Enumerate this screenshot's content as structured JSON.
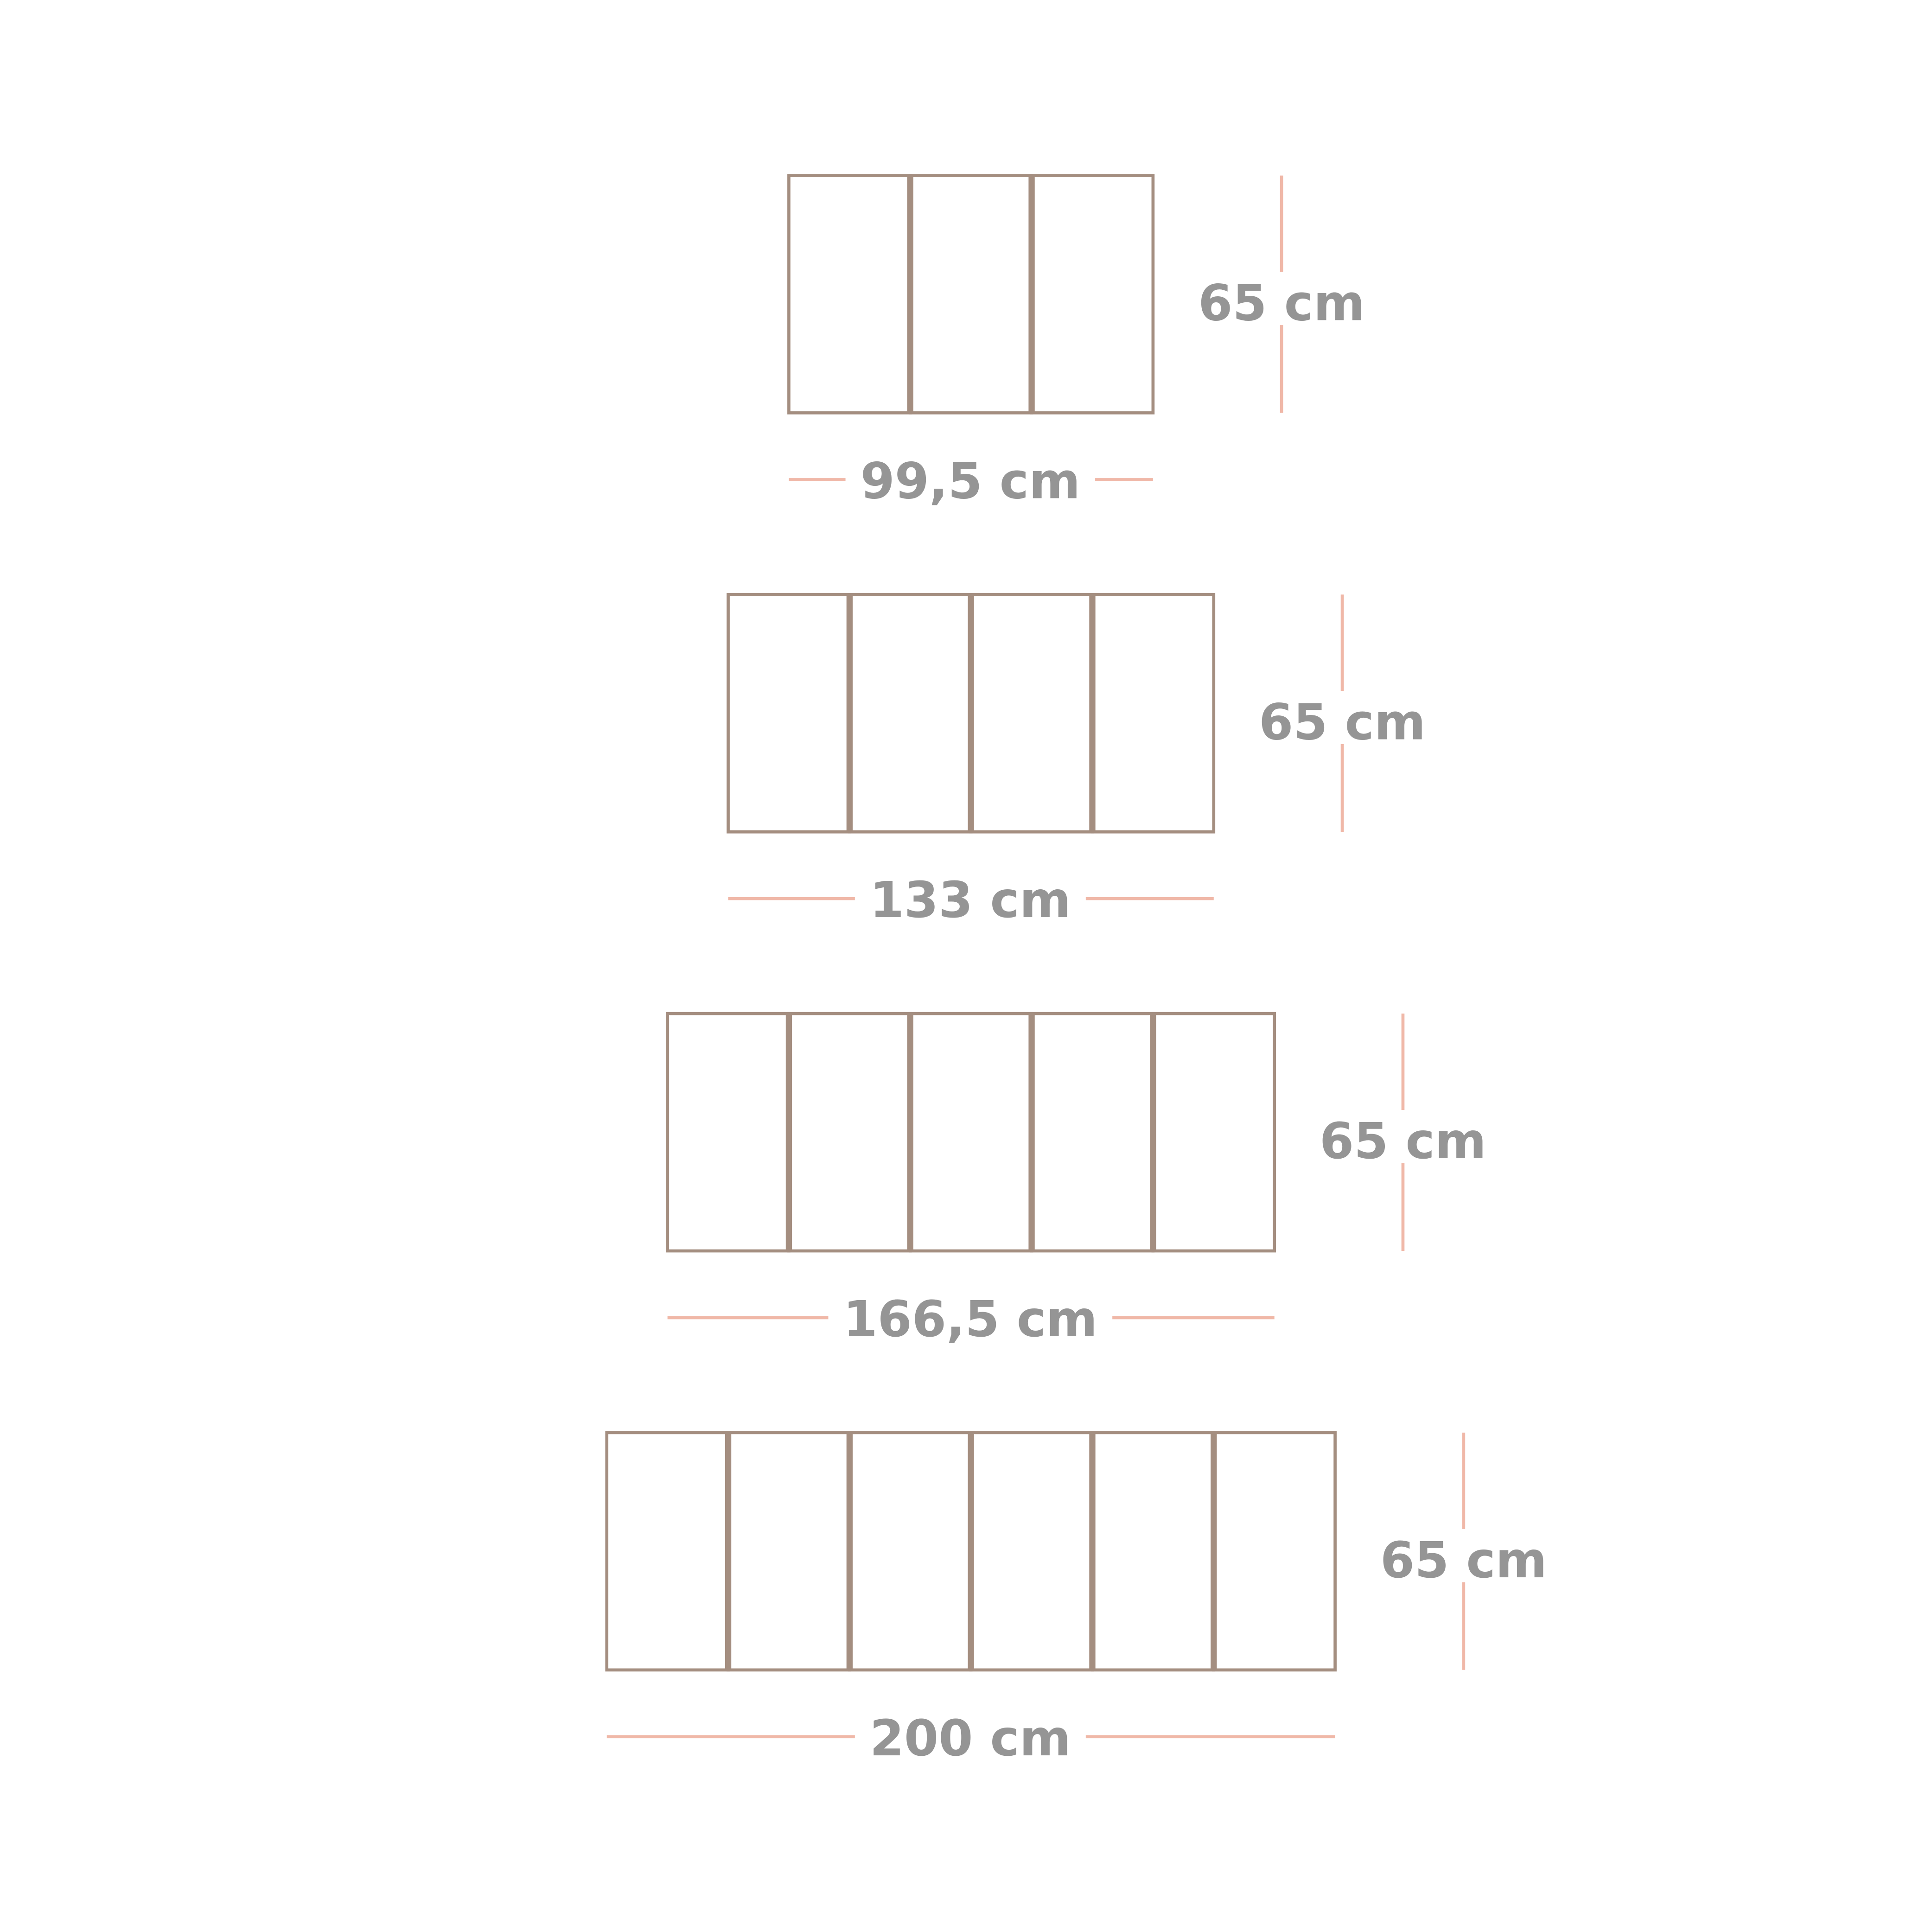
{
  "colors": {
    "frame": "#a48e80",
    "dimension_line": "#f0b8a8",
    "text": "#959595",
    "background": "#ffffff"
  },
  "configurations": [
    {
      "panels": 3,
      "width_label": "99,5 cm",
      "height_label": "65 cm"
    },
    {
      "panels": 4,
      "width_label": "133 cm",
      "height_label": "65 cm"
    },
    {
      "panels": 5,
      "width_label": "166,5 cm",
      "height_label": "65 cm"
    },
    {
      "panels": 6,
      "width_label": "200 cm",
      "height_label": "65 cm"
    }
  ]
}
